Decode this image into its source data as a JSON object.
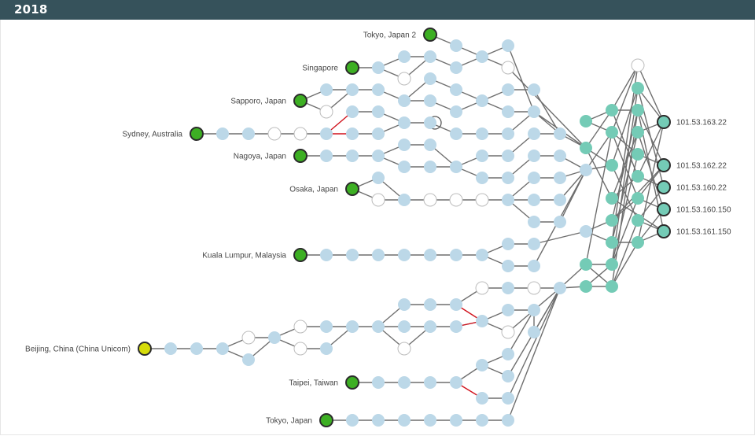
{
  "header": {
    "title": "2018"
  },
  "colors": {
    "header_bg": "#36525b",
    "source_ok": "#3daf23",
    "source_warn": "#d6dc0a",
    "hop": "#bcd8e8",
    "hop_unknown": "#ffffff",
    "target_network": "#74cbb6",
    "edge": "#6e6e6e",
    "edge_loss": "#d0111b"
  },
  "sources": [
    {
      "id": "tokyo2",
      "label": "Tokyo, Japan 2",
      "status": "ok"
    },
    {
      "id": "singapore",
      "label": "Singapore",
      "status": "ok"
    },
    {
      "id": "sapporo",
      "label": "Sapporo, Japan",
      "status": "ok"
    },
    {
      "id": "sydney",
      "label": "Sydney, Australia",
      "status": "ok"
    },
    {
      "id": "nagoya",
      "label": "Nagoya, Japan",
      "status": "ok"
    },
    {
      "id": "osaka",
      "label": "Osaka, Japan",
      "status": "ok"
    },
    {
      "id": "kl",
      "label": "Kuala Lumpur, Malaysia",
      "status": "ok"
    },
    {
      "id": "beijing",
      "label": "Beijing, China (China Unicom)",
      "status": "warn"
    },
    {
      "id": "taipei",
      "label": "Taipei, Taiwan",
      "status": "ok"
    },
    {
      "id": "tokyo",
      "label": "Tokyo, Japan",
      "status": "ok"
    }
  ],
  "targets": [
    {
      "id": "t1",
      "label": "101.53.163.22"
    },
    {
      "id": "t2",
      "label": "101.53.162.22"
    },
    {
      "id": "t3",
      "label": "101.53.160.22"
    },
    {
      "id": "t4",
      "label": "101.53.160.150"
    },
    {
      "id": "t5",
      "label": "101.53.161.150"
    }
  ]
}
